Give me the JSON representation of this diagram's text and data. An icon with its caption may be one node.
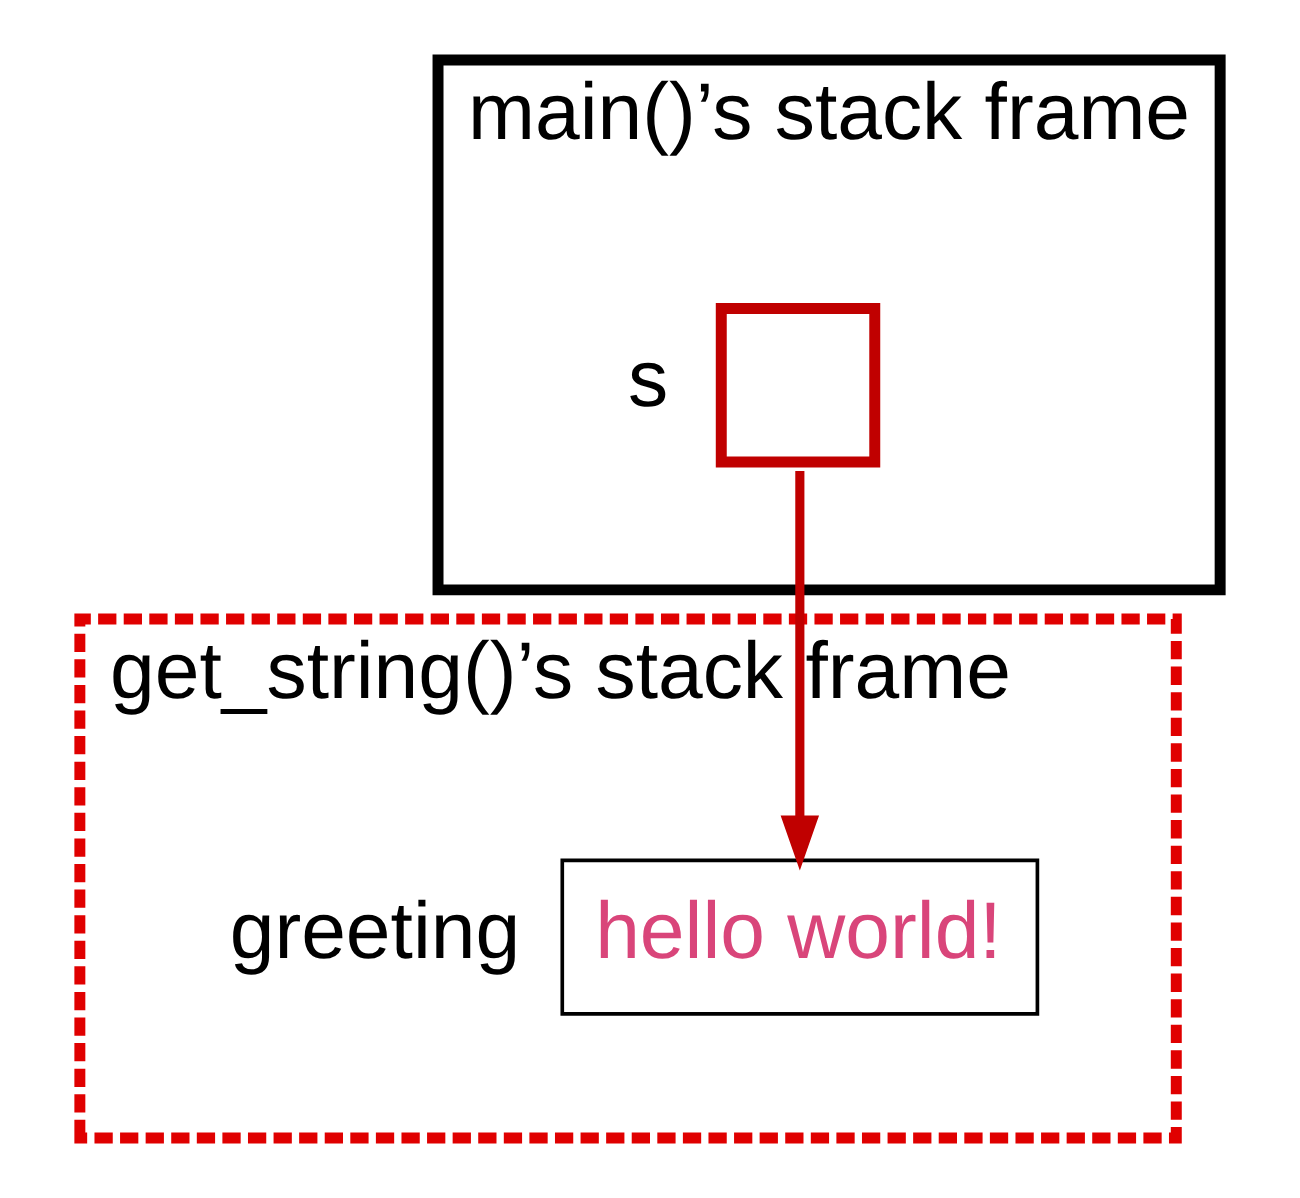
{
  "diagram": {
    "nodes": [
      {
        "text": [
          "main()’s stack frame"
        ]
      },
      {
        "text": [],
        "shape": "box",
        "beside": [
          "s"
        ],
        "in": 0
      },
      {
        "text": [
          "get_string()’s stack frame"
        ]
      },
      {
        "text": [
          "hello world!"
        ],
        "beside": [
          "greeting"
        ],
        "in": 2
      }
    ],
    "edges": [
      {
        "from": 1,
        "to": 3,
        "arrow": "to",
        "color": "#c00000"
      }
    ]
  }
}
